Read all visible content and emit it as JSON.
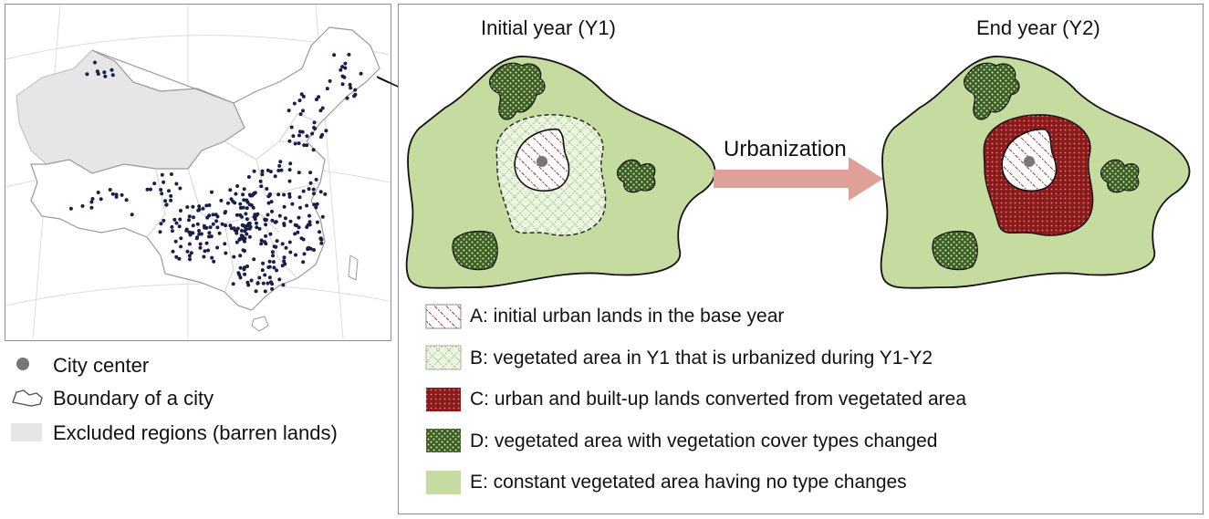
{
  "map_legend": {
    "city_center": "City center",
    "city_boundary": "Boundary of a city",
    "excluded_regions": "Excluded regions (barren lands)"
  },
  "diagram": {
    "initial_year": "Initial year (Y1)",
    "end_year": "End year (Y2)",
    "arrow_label": "Urbanization"
  },
  "key": [
    {
      "text": "A: initial urban lands in the base year"
    },
    {
      "text": "B: vegetated area in Y1 that is urbanized during Y1-Y2"
    },
    {
      "text": "C: urban and built-up lands converted from vegetated area"
    },
    {
      "text": "D: vegetated area with vegetation cover types changed"
    },
    {
      "text": "E: constant vegetated area having no type changes"
    }
  ],
  "colors": {
    "vegetation": "#c6dba0",
    "urban_stripe": "#a33030",
    "vegetated_hatch": "#9ccc7a",
    "converted_urban": "#8b1a1a",
    "changed_vegetation": "#3d5e22",
    "excluded_gray": "#e6e6e6",
    "city_dot": "#1a1f4a",
    "arrow": "#e0a09a"
  }
}
